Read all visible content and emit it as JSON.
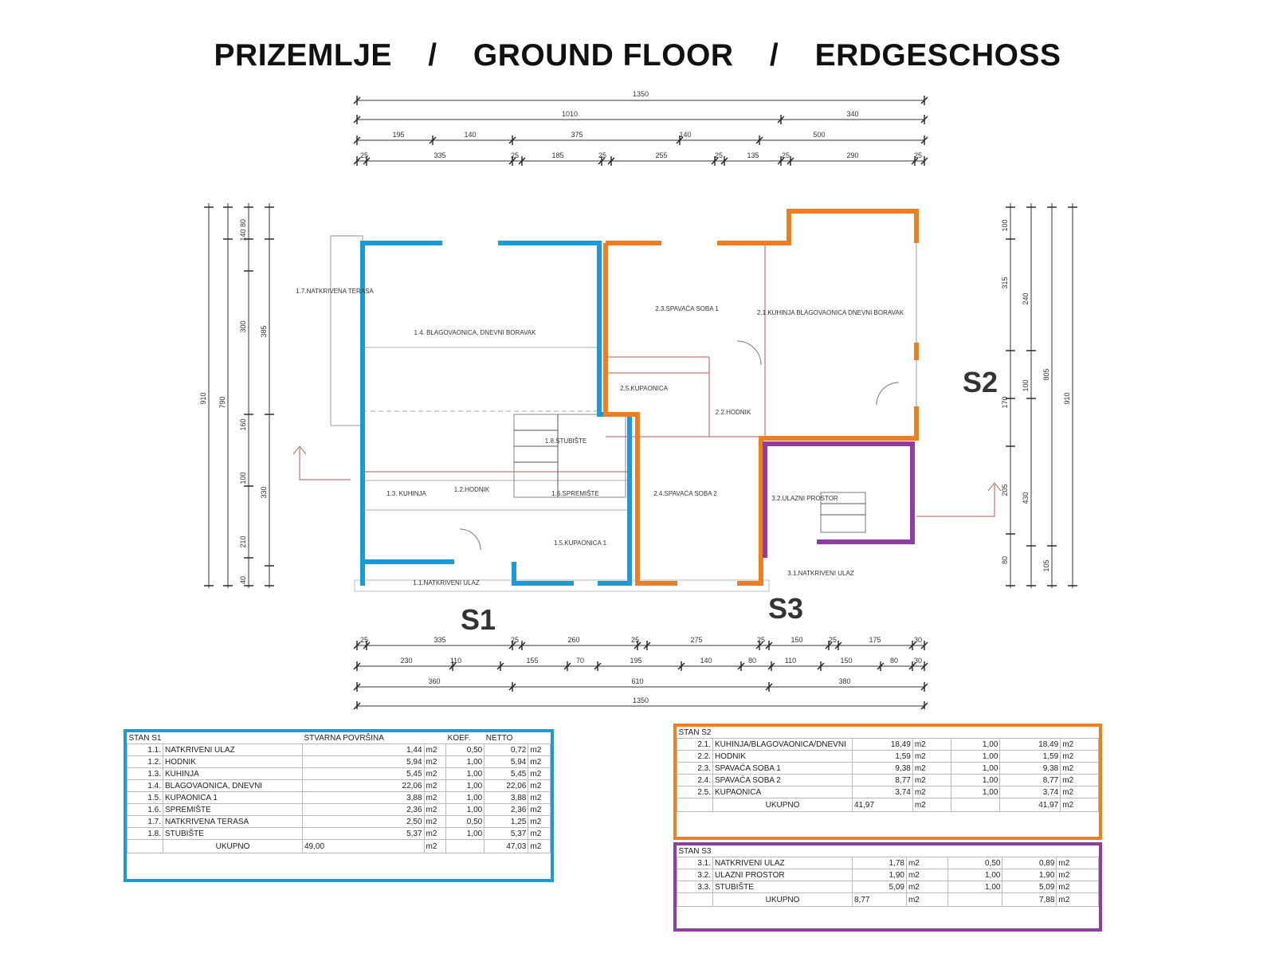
{
  "title": "PRIZEMLJE    /    GROUND FLOOR    /    ERDGESCHOSS",
  "colors": {
    "s1": "#1a9ad6",
    "s2": "#ef7d22",
    "s3": "#8e3ea0",
    "line": "#333333"
  },
  "apartment_tags": {
    "s1": "S1",
    "s2": "S2",
    "s3": "S3"
  },
  "dimensions": {
    "top_overall": "1350",
    "top_row2": [
      "1010",
      "340"
    ],
    "top_row3": [
      "195",
      "140",
      "375",
      "140",
      "500"
    ],
    "top_row4": [
      "25",
      "335",
      "25",
      "185",
      "25",
      "255",
      "25",
      "135",
      "25",
      "290",
      "25"
    ],
    "bottom_row1": [
      "25",
      "335",
      "25",
      "260",
      "25",
      "275",
      "25",
      "150",
      "25",
      "175",
      "30"
    ],
    "bottom_row2": [
      "230",
      "110",
      "155",
      "70",
      "195",
      "140",
      "80",
      "110",
      "150",
      "80",
      "30"
    ],
    "bottom_row3": [
      "360",
      "610",
      "380"
    ],
    "bottom_overall": "1350",
    "left_outer": [
      "910",
      "790"
    ],
    "left_inner": [
      "80",
      "140",
      "300",
      "160",
      "100",
      "210",
      "40"
    ],
    "left_inner2": [
      "385",
      "330"
    ],
    "right_inner": [
      "100",
      "315",
      "240",
      "170",
      "100",
      "205",
      "430",
      "105",
      "80"
    ],
    "right_outer": [
      "805",
      "910"
    ]
  },
  "rooms": [
    {
      "label": "1.7.NATKRIVENA TERASA"
    },
    {
      "label": "1.4. BLAGOVAONICA, DNEVNI BORAVAK"
    },
    {
      "label": "1.3. KUHINJA"
    },
    {
      "label": "1.2.HODNIK"
    },
    {
      "label": "1.8.STUBIŠTE"
    },
    {
      "label": "1.6.SPREMIŠTE"
    },
    {
      "label": "1.5.KUPAONICA 1"
    },
    {
      "label": "1.1.NATKRIVENI ULAZ"
    },
    {
      "label": "2.3.SPAVAĆA SOBA 1"
    },
    {
      "label": "2.5.KUPAONICA"
    },
    {
      "label": "2.2.HODNIK"
    },
    {
      "label": "2.4.SPAVAĆA SOBA 2"
    },
    {
      "label": "2.1.KUHINJA BLAGOVAONICA DNEVNI BORAVAK"
    },
    {
      "label": "3.2.ULAZNI PROSTOR"
    },
    {
      "label": "3.1.NATKRIVENI ULAZ"
    }
  ],
  "stan_s1": {
    "title": "STAN S1",
    "col_area": "STVARNA POVRŠINA",
    "col_coef": "KOEF.",
    "col_net": "NETTO",
    "unit": "m2",
    "rows": [
      {
        "no": "1.1.",
        "name": "NATKRIVENI ULAZ",
        "area": "1,44",
        "coef": "0,50",
        "net": "0,72"
      },
      {
        "no": "1.2.",
        "name": "HODNIK",
        "area": "5,94",
        "coef": "1,00",
        "net": "5,94"
      },
      {
        "no": "1.3.",
        "name": "KUHINJA",
        "area": "5,45",
        "coef": "1,00",
        "net": "5,45"
      },
      {
        "no": "1.4.",
        "name": "BLAGOVAONICA, DNEVNI",
        "area": "22,06",
        "coef": "1,00",
        "net": "22,06"
      },
      {
        "no": "1.5.",
        "name": "KUPAONICA 1",
        "area": "3,88",
        "coef": "1,00",
        "net": "3,88"
      },
      {
        "no": "1.6.",
        "name": "SPREMIŠTE",
        "area": "2,36",
        "coef": "1,00",
        "net": "2,36"
      },
      {
        "no": "1.7.",
        "name": "NATKRIVENA TERASA",
        "area": "2,50",
        "coef": "0,50",
        "net": "1,25"
      },
      {
        "no": "1.8.",
        "name": "STUBIŠTE",
        "area": "5,37",
        "coef": "1,00",
        "net": "5,37"
      }
    ],
    "total_label": "UKUPNO",
    "total_area": "49,00",
    "total_net": "47,03"
  },
  "stan_s2": {
    "title": "STAN S2",
    "unit": "m2",
    "rows": [
      {
        "no": "2.1.",
        "name": "KUHINJA/BLAGOVAONICA/DNEVNI",
        "area": "18,49",
        "coef": "1,00",
        "net": "18,49"
      },
      {
        "no": "2.2.",
        "name": "HODNIK",
        "area": "1,59",
        "coef": "1,00",
        "net": "1,59"
      },
      {
        "no": "2.3.",
        "name": "SPAVAĆA SOBA 1",
        "area": "9,38",
        "coef": "1,00",
        "net": "9,38"
      },
      {
        "no": "2.4.",
        "name": "SPAVAĆA SOBA 2",
        "area": "8,77",
        "coef": "1,00",
        "net": "8,77"
      },
      {
        "no": "2.5.",
        "name": "KUPAONICA",
        "area": "3,74",
        "coef": "1,00",
        "net": "3,74"
      }
    ],
    "total_label": "UKUPNO",
    "total_area": "41,97",
    "total_net": "41,97"
  },
  "stan_s3": {
    "title": "STAN S3",
    "unit": "m2",
    "rows": [
      {
        "no": "3.1.",
        "name": "NATKRIVENI ULAZ",
        "area": "1,78",
        "coef": "0,50",
        "net": "0,89"
      },
      {
        "no": "3.2.",
        "name": "ULAZNI PROSTOR",
        "area": "1,90",
        "coef": "1,00",
        "net": "1,90"
      },
      {
        "no": "3.3.",
        "name": "STUBIŠTE",
        "area": "5,09",
        "coef": "1,00",
        "net": "5,09"
      }
    ],
    "total_label": "UKUPNO",
    "total_area": "8,77",
    "total_net": "7,88"
  }
}
